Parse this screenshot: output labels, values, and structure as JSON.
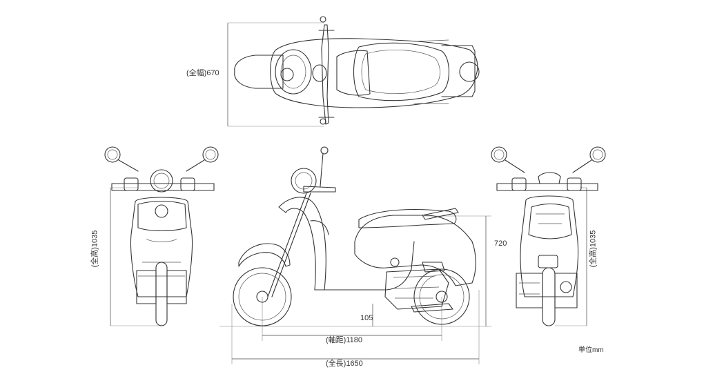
{
  "dimensions": {
    "top_width": "(全幅)670",
    "front_height": "(全高)1035",
    "seat_height": "720",
    "rear_height": "(全高)1035",
    "ground_clearance": "105",
    "wheelbase": "(軸距)1180",
    "overall_length": "(全長)1650"
  },
  "unit_note": "単位mm",
  "views": [
    "top-view",
    "front-view",
    "side-view",
    "rear-view"
  ]
}
